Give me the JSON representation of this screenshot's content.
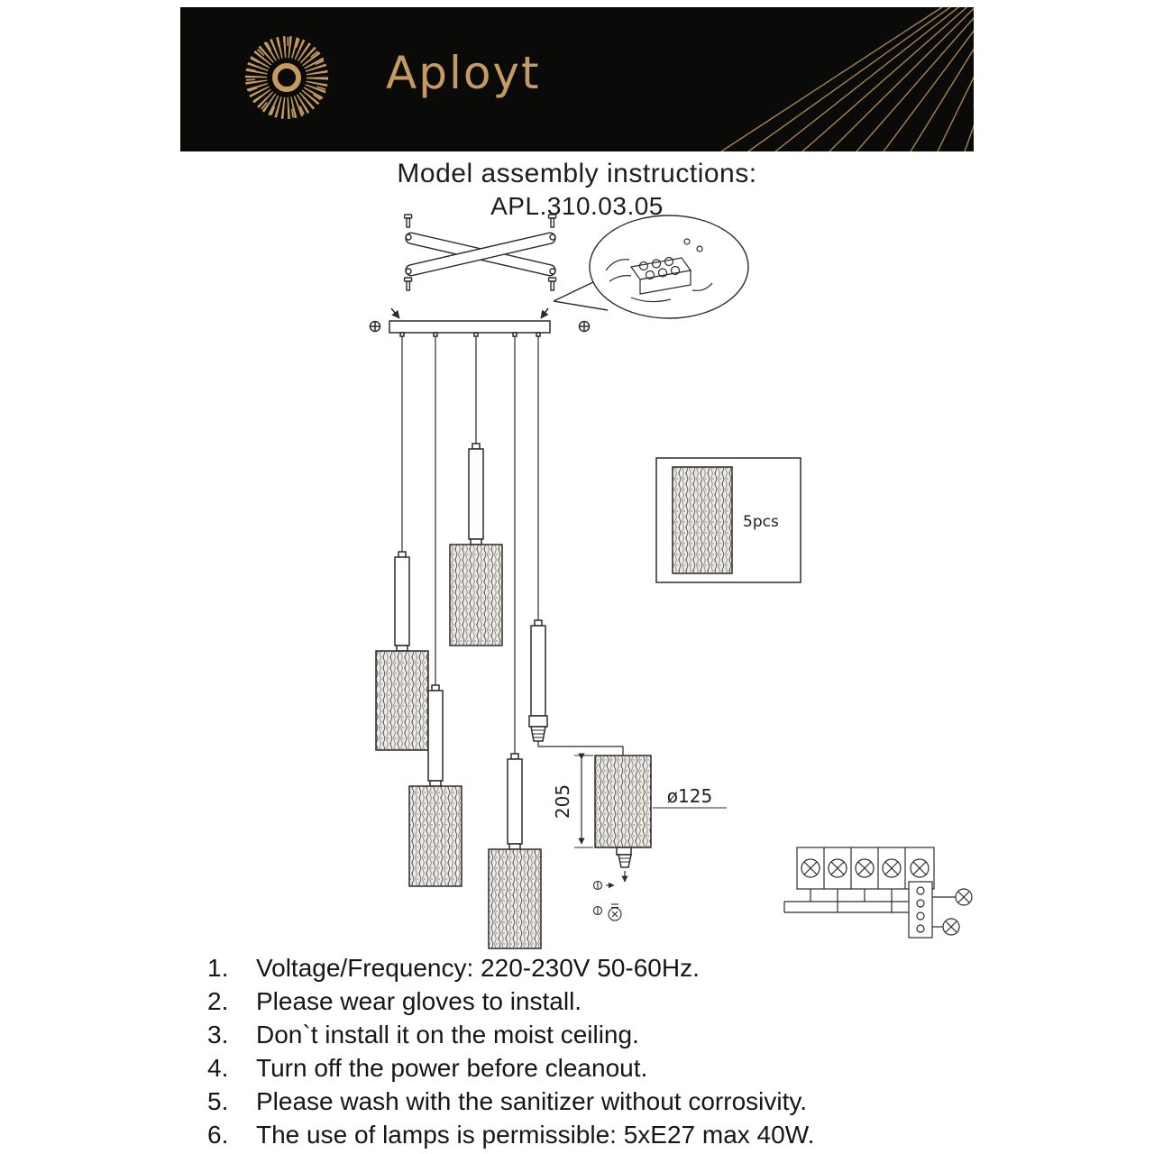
{
  "header": {
    "brand": "Aployt"
  },
  "page": {
    "title_line": "Model assembly instructions:",
    "model_number": "APL.310.03.05"
  },
  "diagram": {
    "pcs_label": "5pcs",
    "height_dim": "205",
    "diameter_dim": "ø125"
  },
  "instructions": {
    "items": [
      {
        "num": "1.",
        "text": "Voltage/Frequency: 220-230V 50-60Hz."
      },
      {
        "num": "2.",
        "text": "Please wear gloves to install."
      },
      {
        "num": "3.",
        "text": "Don`t install it on the moist ceiling."
      },
      {
        "num": "4.",
        "text": "Turn off the power before cleanout."
      },
      {
        "num": "5.",
        "text": "Please wash with the sanitizer without corrosivity."
      },
      {
        "num": "6.",
        "text": "The use of lamps is permissible: 5xE27 max 40W."
      }
    ]
  },
  "colors": {
    "banner_background": "#0a0a08",
    "brand_gold": "#c59a63",
    "drawing_line": "#2b2b2b"
  }
}
